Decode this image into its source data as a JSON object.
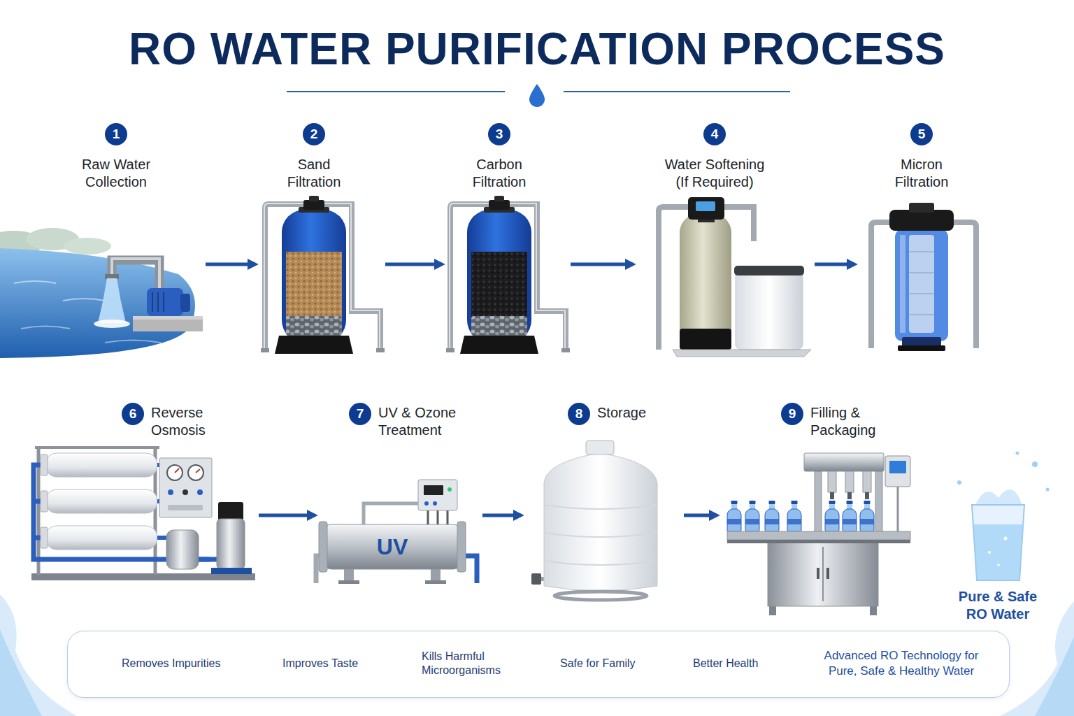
{
  "diagram": {
    "title": "RO WATER PURIFICATION PROCESS",
    "nodes": [
      {
        "text": [
          "1",
          "Raw Water Collection"
        ]
      },
      {
        "text": [
          "2",
          "Sand Filtration"
        ]
      },
      {
        "text": [
          "3",
          "Carbon Filtration"
        ]
      },
      {
        "text": [
          "4",
          "Water Softening (If Required)"
        ]
      },
      {
        "text": [
          "5",
          "Micron Filtration"
        ]
      },
      {
        "text": [
          "6",
          "Reverse Osmosis"
        ]
      },
      {
        "text": [
          "7",
          "UV & Ozone Treatment"
        ]
      },
      {
        "text": [
          "8",
          "Storage"
        ]
      },
      {
        "text": [
          "9",
          "Filling & Packaging"
        ]
      },
      {
        "text": [
          "Removes Impurities",
          "Improves Taste",
          "Kills Harmful Microorganisms",
          "Safe for Family",
          "Better Health",
          "Advanced RO Technology for Pure, Safe & Healthy Water"
        ]
      }
    ],
    "edges": [
      {
        "from": 0,
        "to": 1,
        "arrow": "to"
      },
      {
        "from": 1,
        "to": 2,
        "arrow": "to"
      },
      {
        "from": 2,
        "to": 3,
        "arrow": "to"
      },
      {
        "from": 3,
        "to": 4,
        "arrow": "to"
      },
      {
        "from": 5,
        "to": 6,
        "arrow": "to"
      },
      {
        "from": 6,
        "to": 7,
        "arrow": "to"
      },
      {
        "from": 7,
        "to": 8,
        "arrow": "to"
      }
    ],
    "labels": [
      "UV",
      "Pure & Safe RO Water"
    ]
  }
}
